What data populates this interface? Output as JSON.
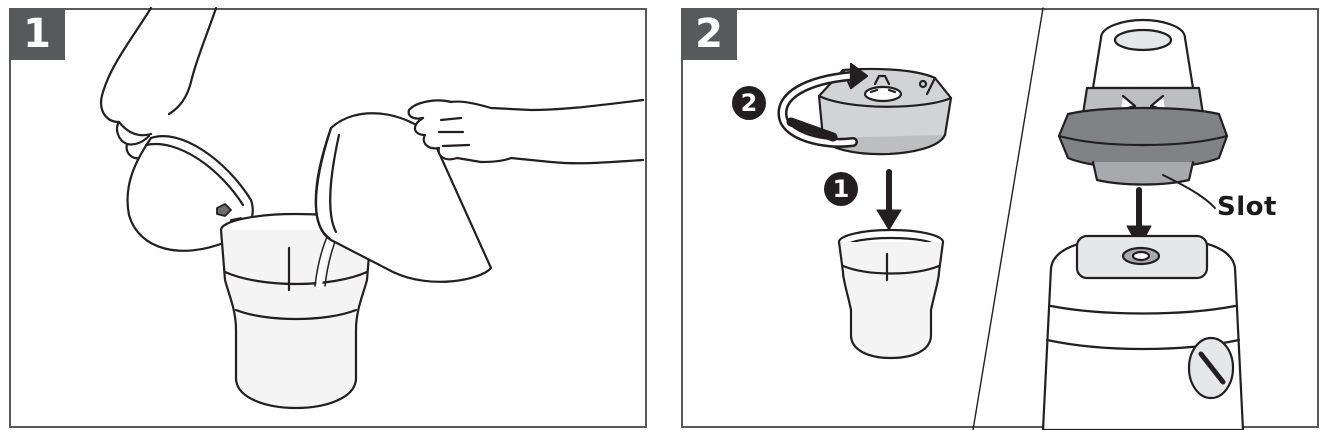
{
  "panels": [
    {
      "number": "1"
    },
    {
      "number": "2"
    }
  ],
  "steps": {
    "rotate": "2",
    "place": "1"
  },
  "labels": {
    "slot": "Slot"
  },
  "colors": {
    "badge": "#58595b",
    "line": "#231f20",
    "shade_light": "#e6e7e8",
    "shade_mid": "#a7a9ac",
    "shade_dark": "#808285"
  },
  "icons": {
    "rotate": "curved-arrow-icon",
    "down": "down-arrow-icon"
  }
}
